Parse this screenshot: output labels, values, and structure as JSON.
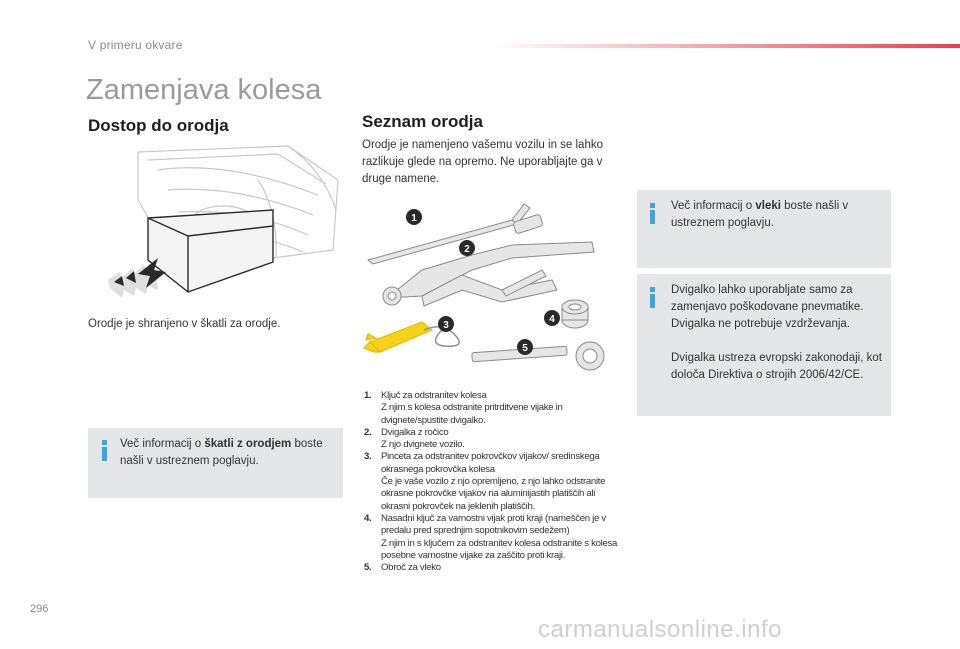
{
  "header": {
    "breadcrumb": "V primeru okvare"
  },
  "page_title": "Zamenjava kolesa",
  "left": {
    "heading": "Dostop do orodja",
    "caption": "Orodje je shranjeno v škatli za orodje.",
    "info": {
      "pre": "Več informacij o ",
      "bold": "škatli z orodjem",
      "post": " boste našli v ustreznem poglavju."
    }
  },
  "right": {
    "heading": "Seznam orodja",
    "intro": "Orodje je namenjeno vašemu vozilu in se lahko razlikuje glede na opremo. Ne uporabljajte ga v druge namene.",
    "callouts": [
      "1",
      "2",
      "3",
      "4",
      "5"
    ],
    "items": [
      {
        "num": "1.",
        "text": "Ključ za odstranitev kolesa\nZ njim s kolesa odstranite pritrditvene vijake in dvignete/spustite dvigalko."
      },
      {
        "num": "2.",
        "text": "Dvigalka z ročico\nZ njo dvignete vozilo."
      },
      {
        "num": "3.",
        "text": "Pinceta za odstranitev pokrovčkov vijakov/ sredinskega okrasnega pokrovčka kolesa\nČe je vaše vozilo z njo opremljeno, z njo lahko odstranite okrasne pokrovčke vijakov na aluminijastih platiščih ali okrasni pokrovček na jeklenih platiščih."
      },
      {
        "num": "4.",
        "text": "Nasadni ključ za varnostni vijak proti kraji (nameščen je v predalu pred sprednjim sopotnikovim sedežem)\nZ njim in s ključem za odstranitev kolesa odstranite s kolesa posebne varnostne vijake za zaščito proti kraji."
      },
      {
        "num": "5.",
        "text": "Obroč za vleko"
      }
    ]
  },
  "side": {
    "info1": {
      "pre": "Več informacij o ",
      "bold": "vleki",
      "post": " boste našli v ustreznem poglavju."
    },
    "info2": {
      "p1": "Dvigalko lahko uporabljate samo za zamenjavo poškodovane pnevmatike. Dvigalka ne potrebuje vzdrževanja.",
      "p2": "Dvigalka ustreza evropski zakonodaji, kot določa Direktiva o strojih 2006/42/CE."
    }
  },
  "footer": {
    "page_number": "296",
    "watermark": "carmanualsonline.info"
  },
  "colors": {
    "accent_red": "#e8404a",
    "info_blue": "#37a6e2",
    "box_grey": "#e5e6e8"
  }
}
